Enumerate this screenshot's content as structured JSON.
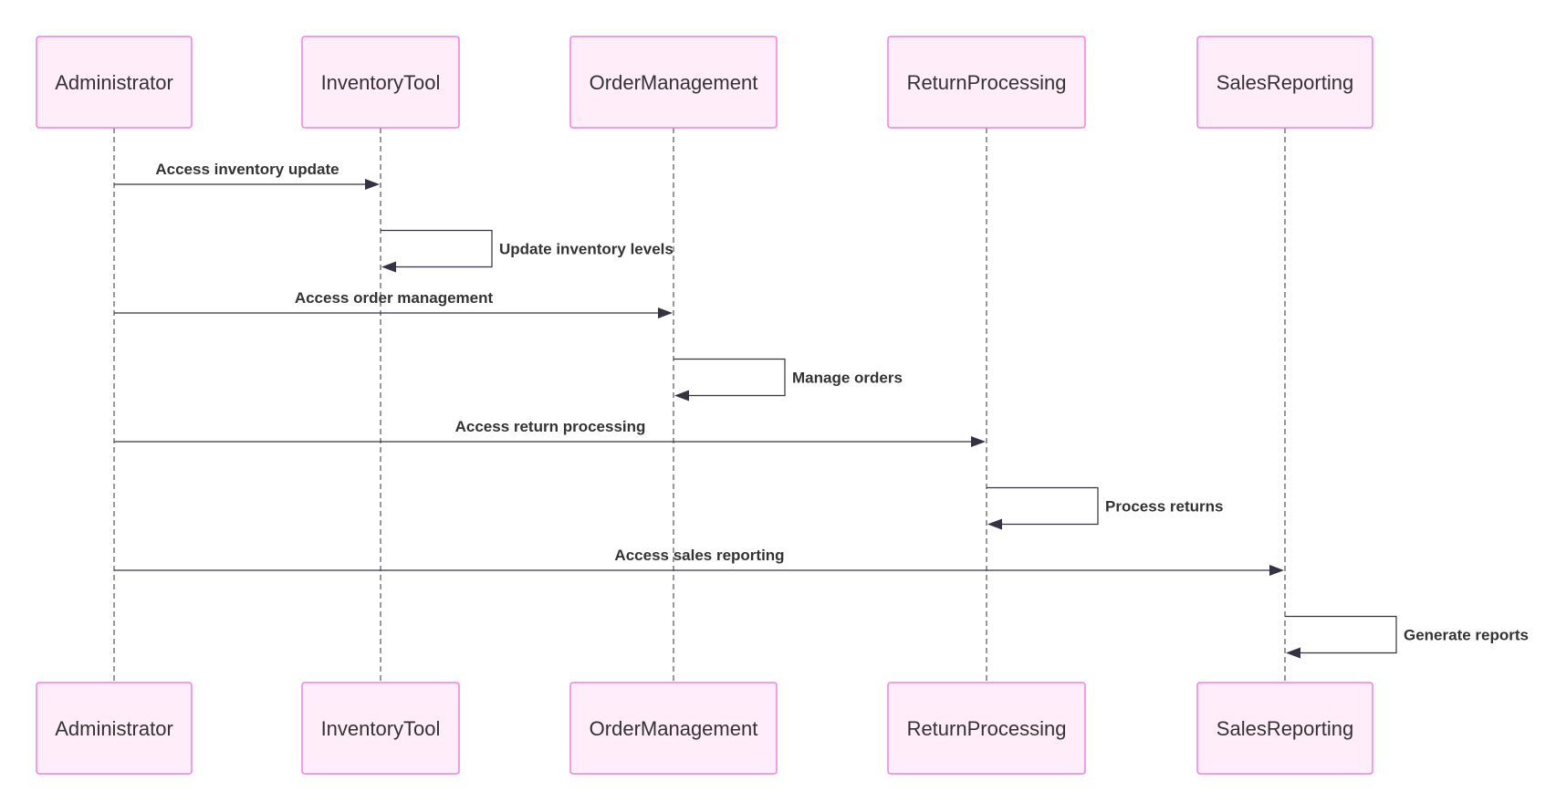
{
  "diagram": {
    "type": "sequence",
    "colors": {
      "actor_fill": "#ffeefa",
      "actor_border": "#f57de0",
      "line": "#333344",
      "text": "#333333"
    },
    "participants": [
      {
        "id": "admin",
        "label": "Administrator"
      },
      {
        "id": "inv",
        "label": "InventoryTool"
      },
      {
        "id": "order",
        "label": "OrderManagement"
      },
      {
        "id": "ret",
        "label": "ReturnProcessing"
      },
      {
        "id": "sales",
        "label": "SalesReporting"
      }
    ],
    "messages": [
      {
        "from": "admin",
        "to": "inv",
        "label": "Access inventory update"
      },
      {
        "from": "inv",
        "to": "inv",
        "label": "Update inventory levels"
      },
      {
        "from": "admin",
        "to": "order",
        "label": "Access order management"
      },
      {
        "from": "order",
        "to": "order",
        "label": "Manage orders"
      },
      {
        "from": "admin",
        "to": "ret",
        "label": "Access return processing"
      },
      {
        "from": "ret",
        "to": "ret",
        "label": "Process returns"
      },
      {
        "from": "admin",
        "to": "sales",
        "label": "Access sales reporting"
      },
      {
        "from": "sales",
        "to": "sales",
        "label": "Generate reports"
      }
    ]
  }
}
